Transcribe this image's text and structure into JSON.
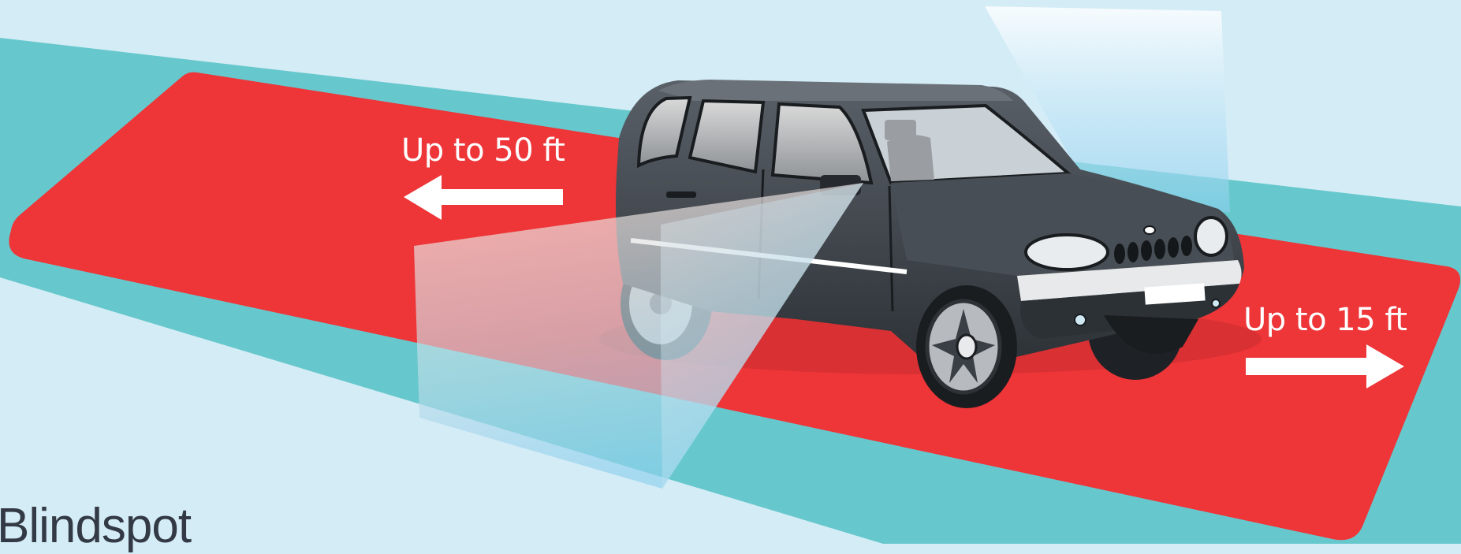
{
  "zones": {
    "rear_distance": "Up to 50 ft",
    "front_distance": "Up to 15 ft"
  },
  "title": "Blindspot",
  "colors": {
    "background": "#d4ecf6",
    "road": "#66c8cc",
    "zone": "#ee3538",
    "car_body": "#3c4147",
    "labels": "#ffffff",
    "title_text": "#333a45"
  },
  "icons": {
    "rear_arrow": "arrow-left-icon",
    "front_arrow": "arrow-right-icon",
    "vehicle": "suv-illustration",
    "sensor_beam": "detection-cone"
  }
}
